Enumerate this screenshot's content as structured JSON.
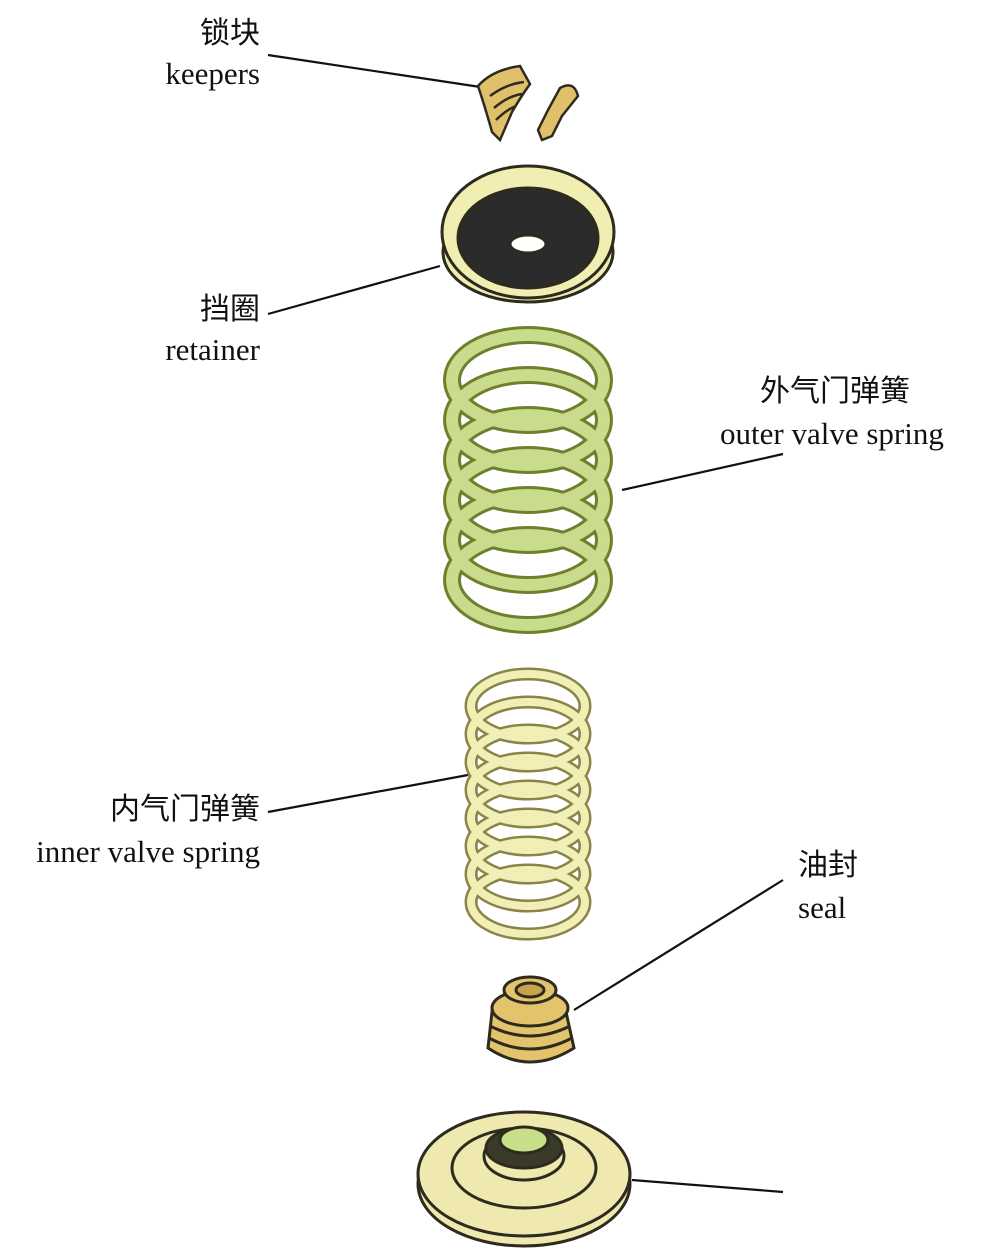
{
  "labels": {
    "keepers": {
      "zh": "锁块",
      "en": "keepers"
    },
    "retainer": {
      "zh": "挡圈",
      "en": "retainer"
    },
    "outer_spring": {
      "zh": "外气门弹簧",
      "en": "outer valve spring"
    },
    "inner_spring": {
      "zh": "内气门弹簧",
      "en": "inner valve spring"
    },
    "seal": {
      "zh": "油封",
      "en": "seal"
    }
  },
  "colors": {
    "outer_spring": "#c9dc8c",
    "outer_spring_stroke": "#6f7f2e",
    "inner_spring": "#f1efb6",
    "inner_spring_stroke": "#8a8446",
    "retainer_body": "#f1eeb4",
    "retainer_hole": "#2b2b2b",
    "keepers": "#e0c06a",
    "seal": "#e3c46d",
    "seat": "#efe9b0",
    "seat_center": "#c8df8a",
    "outline": "#2d2a1e",
    "leader": "#111111"
  }
}
